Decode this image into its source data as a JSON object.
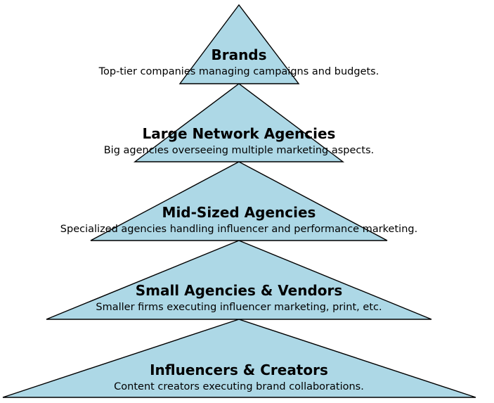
{
  "colors": {
    "tier_fill": "#add8e6",
    "tier_stroke": "#000000",
    "text": "#000000"
  },
  "tiers": [
    {
      "title": "Brands",
      "description": "Top-tier companies managing campaigns and budgets."
    },
    {
      "title": "Large Network Agencies",
      "description": "Big agencies overseeing multiple marketing aspects."
    },
    {
      "title": "Mid-Sized Agencies",
      "description": "Specialized agencies handling influencer and performance marketing."
    },
    {
      "title": "Small Agencies & Vendors",
      "description": "Smaller firms executing influencer marketing, print, etc."
    },
    {
      "title": "Influencers & Creators",
      "description": "Content creators executing brand collaborations."
    }
  ]
}
